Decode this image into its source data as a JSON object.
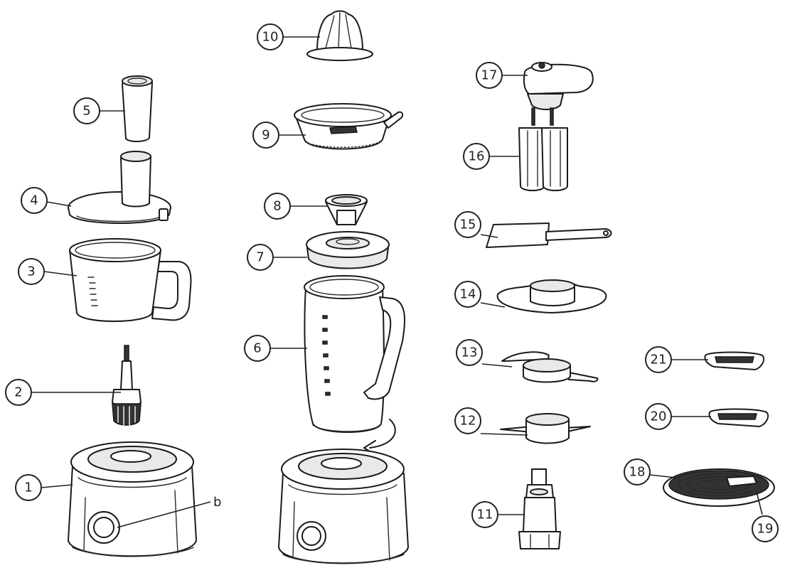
{
  "callouts": [
    {
      "id": "c1",
      "label": "1"
    },
    {
      "id": "c2",
      "label": "2"
    },
    {
      "id": "c3",
      "label": "3"
    },
    {
      "id": "c4",
      "label": "4"
    },
    {
      "id": "c5",
      "label": "5"
    },
    {
      "id": "c6",
      "label": "6"
    },
    {
      "id": "c7",
      "label": "7"
    },
    {
      "id": "c8",
      "label": "8"
    },
    {
      "id": "c9",
      "label": "9"
    },
    {
      "id": "c10",
      "label": "10"
    },
    {
      "id": "c11",
      "label": "11"
    },
    {
      "id": "c12",
      "label": "12"
    },
    {
      "id": "c13",
      "label": "13"
    },
    {
      "id": "c14",
      "label": "14"
    },
    {
      "id": "c15",
      "label": "15"
    },
    {
      "id": "c16",
      "label": "16"
    },
    {
      "id": "c17",
      "label": "17"
    },
    {
      "id": "c18",
      "label": "18"
    },
    {
      "id": "c19",
      "label": "19"
    },
    {
      "id": "c20",
      "label": "20"
    },
    {
      "id": "c21",
      "label": "21"
    }
  ],
  "letter_b": "b"
}
